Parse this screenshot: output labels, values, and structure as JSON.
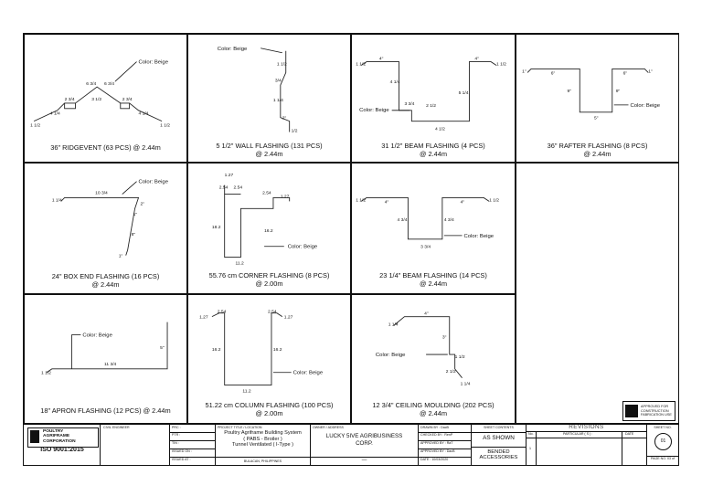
{
  "panels": [
    {
      "id": "ridgevent",
      "caption": "36\" RIDGEVENT (63 PCS) @ 2.44m",
      "color": "Color: Beige",
      "dims": [
        "6 3/4",
        "6 3/4",
        "2 3/4",
        "3 1/2",
        "2 3/4",
        "4 1/4",
        "4 1/4",
        "1 1/2",
        "1 1/2"
      ]
    },
    {
      "id": "wall-flashing",
      "caption1": "5 1/2\" WALL FLASHING (131 PCS)",
      "caption2": "@ 2.44m",
      "color": "Color: Beige",
      "dims": [
        "1 1/2",
        "3/4",
        "1 1/4",
        "2\"",
        "1/2"
      ]
    },
    {
      "id": "beam-flashing-31",
      "caption1": "31 1/2\" BEAM FLASHING (4 PCS)",
      "caption2": "@ 2.44m",
      "color": "Color: Beige",
      "dims": [
        "1 1/2",
        "4\"",
        "4 1/4",
        "3 3/4",
        "2 1/2",
        "5 1/4",
        "4 1/2",
        "4\"",
        "1 1/2"
      ]
    },
    {
      "id": "rafter-flashing",
      "caption1": "36\" RAFTER FLASHING (8 PCS)",
      "caption2": "@ 2.44m",
      "color": "Color: Beige",
      "dims": [
        "1\"",
        "6\"",
        "9\"",
        "5\"",
        "9\"",
        "6\"",
        "1\""
      ]
    },
    {
      "id": "box-end",
      "caption1": "24\" BOX END FLASHING (16 PCS)",
      "caption2": "@ 2.44m",
      "color": "Color: Beige",
      "dims": [
        "1 1/4",
        "10 3/4",
        "2\"",
        "1\"",
        "8\"",
        "1\""
      ]
    },
    {
      "id": "corner-flashing",
      "caption1": "55.76 cm CORNER FLASHING (8 PCS)",
      "caption2": "@ 2.00m",
      "color": "Color: Beige",
      "dims": [
        "1.27",
        "2.54",
        "2.54",
        "2.54",
        "1.27",
        "18.2",
        "16.2",
        "11.2"
      ]
    },
    {
      "id": "beam-flashing-23",
      "caption1": "23 1/4\" BEAM FLASHING (14 PCS)",
      "caption2": "@ 2.44m",
      "color": "Color: Beige",
      "dims": [
        "1 1/2",
        "4\"",
        "4 3/4",
        "3 3/4",
        "4 3/4",
        "4\"",
        "1 1/2"
      ]
    },
    {
      "id": "apron",
      "caption": "18\" APRON FLASHING (12 PCS) @ 2.44m",
      "color": "Color: Beige",
      "dims": [
        "1 1/2",
        "11 3/4",
        "5\""
      ]
    },
    {
      "id": "column-flashing",
      "caption1": "51.22 cm COLUMN FLASHING (100 PCS)",
      "caption2": "@ 2.00m",
      "color": "Color: Beige",
      "dims": [
        "1.27",
        "2.54",
        "2.54",
        "1.27",
        "16.2",
        "16.2",
        "11.2"
      ]
    },
    {
      "id": "ceiling-moulding",
      "caption1": "12 3/4\" CEILING MOULDING (202 PCS)",
      "caption2": "@ 2.44m",
      "color": "Color: Beige",
      "dims": [
        "1 1/4",
        "4\"",
        "3\"",
        "1 1/2",
        "2 1/2",
        "1 1/4"
      ]
    }
  ],
  "stamp": {
    "line1": "APPROVED FOR",
    "line2": "CONSTRUCTION",
    "line3": "FABRICATION USE"
  },
  "titleblock": {
    "company1": "POULTRY",
    "company2": "AGRIFRAME",
    "company3": "CORPORATION",
    "iso": "ISO 9001:2015",
    "civil_engineer": "CIVIL ENGINEER",
    "prc": "PRC :",
    "ptr": "PTR :",
    "tin": "TIN :",
    "issued_on": "ISSUED ON :",
    "issued_at": "ISSUED AT :",
    "project_title_label": "PROJECT TITLE / LOCATION",
    "project_line1": "Poultry Agriframe Building System",
    "project_line2": "( PABS - Broiler )",
    "project_line3": "Tunnel Ventilated ( I-Type )",
    "location": "BULACAN, PHILIPPINES",
    "owner_label": "OWNER / ADDRESS",
    "owner1": "LUCKY 5IVE AGRIBUSINESS",
    "owner2": "CORP.",
    "owner_addr": "—",
    "drawn_by": "DRAWN BY : DacB",
    "checked_by": "CHECKED BY : RenP",
    "approved_by": "APPROVED BY : RaT",
    "approved_by2": "APPROVED BY : DacB",
    "date_label": "DATE : 10/03/2020",
    "sheet_contents_label": "SHEET CONTENTS",
    "as_shown": "AS SHOWN",
    "bended1": "BENDED",
    "bended2": "ACCESSORIES",
    "revisions": "REVISIONS",
    "no": "No.",
    "particulars": "PARTICULAR ( S ) :",
    "date": "DATE",
    "rev1": "1",
    "sheet_no": "SHEET NO.",
    "sheet_value": "01",
    "page": "PAGE NO. 03 of"
  }
}
